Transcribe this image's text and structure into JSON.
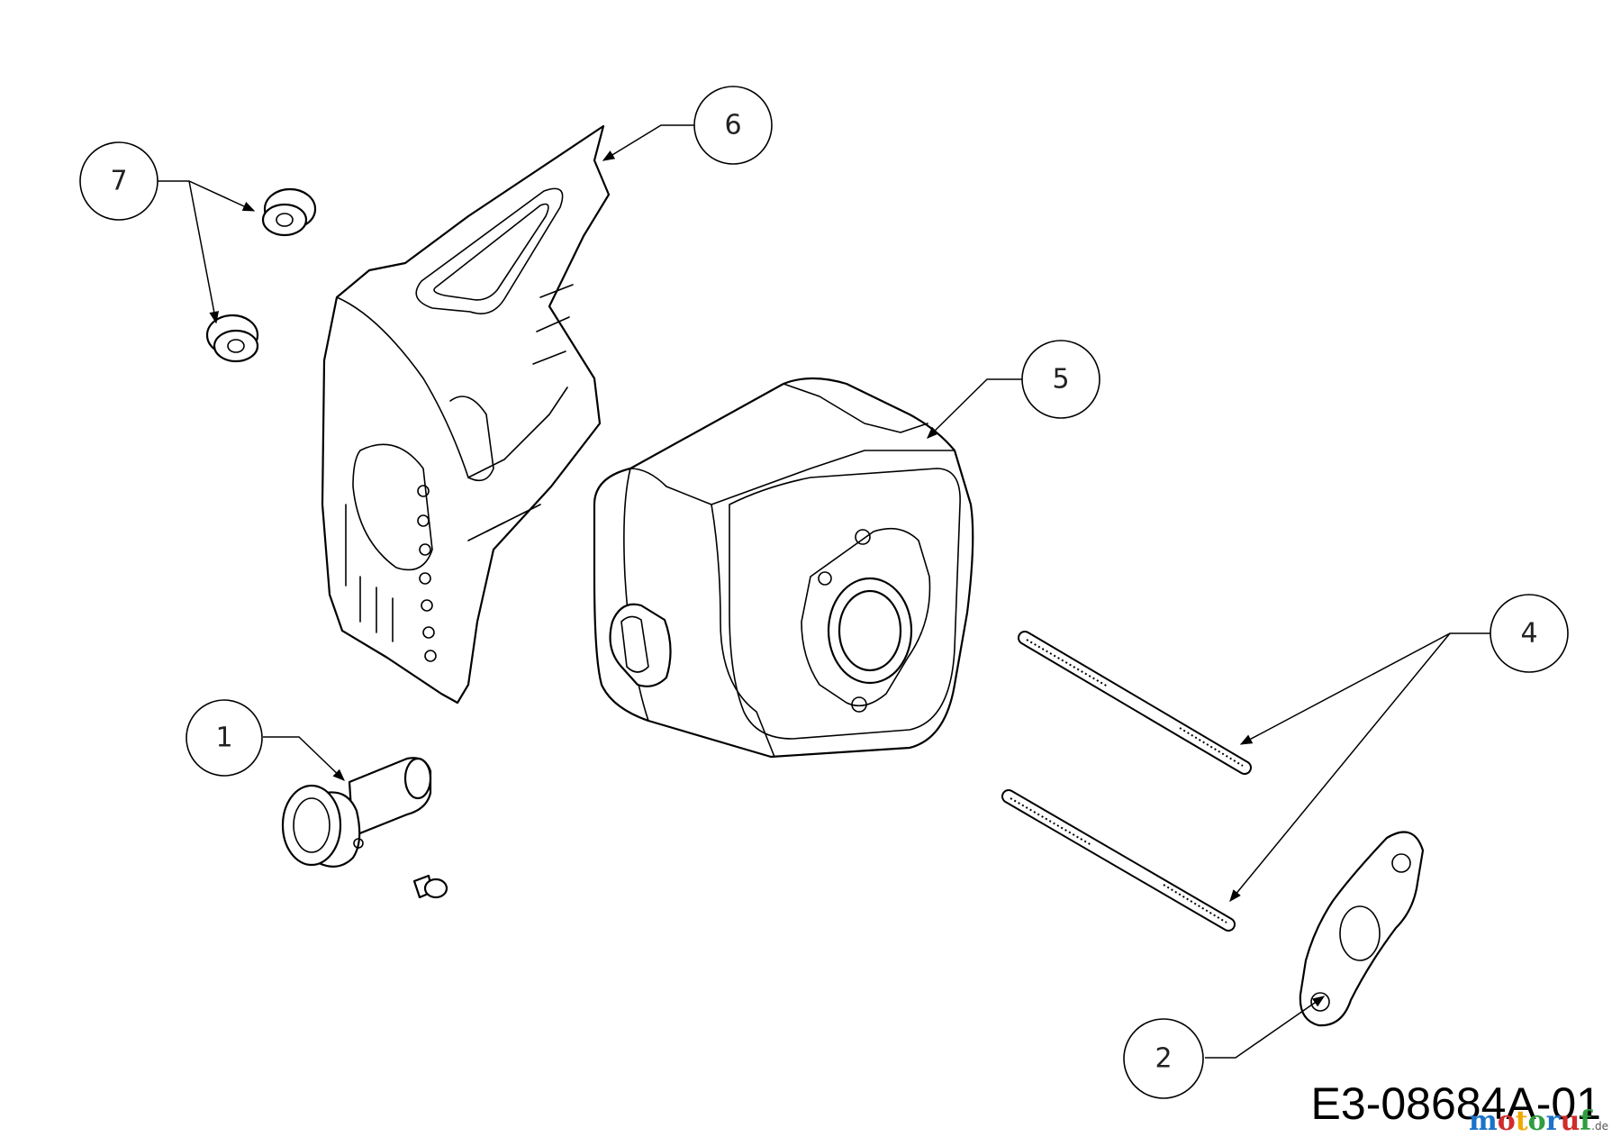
{
  "diagram": {
    "callouts": [
      {
        "id": "1",
        "label": "1"
      },
      {
        "id": "2",
        "label": "2"
      },
      {
        "id": "4",
        "label": "4"
      },
      {
        "id": "5",
        "label": "5"
      },
      {
        "id": "6",
        "label": "6"
      },
      {
        "id": "7",
        "label": "7"
      }
    ],
    "drawing_code": "E3-08684A-01",
    "watermark": {
      "letters": [
        "m",
        "o",
        "t",
        "o",
        "r",
        "u",
        "f"
      ],
      "colors": [
        "#1a73c9",
        "#d22b2b",
        "#f0a800",
        "#2e9e3e",
        "#1a73c9",
        "#d22b2b",
        "#2e9e3e"
      ],
      "suffix": ".de"
    }
  }
}
